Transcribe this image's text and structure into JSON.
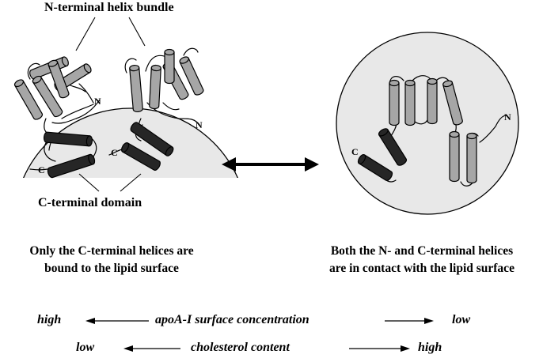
{
  "labels": {
    "n_bundle": "N-terminal helix bundle",
    "c_domain": "C-terminal domain",
    "n_left_1": "N",
    "n_left_2": "N",
    "c_left_1": "C",
    "c_left_2": "C",
    "n_right": "N",
    "c_right": "C"
  },
  "captions": {
    "left_line1": "Only the C-terminal helices are",
    "left_line2": "bound to the lipid surface",
    "right_line1": "Both the N- and C-terminal helices",
    "right_line2": "are in contact with the lipid surface"
  },
  "gradients": [
    {
      "left": "high",
      "center": "apoA-I surface concentration",
      "right": "low"
    },
    {
      "left": "low",
      "center": "cholesterol content",
      "right": "high"
    }
  ],
  "colors": {
    "lipid": "#e8e8e8",
    "n_helix": "#a6a6a6",
    "c_helix": "#262626",
    "line": "#000000"
  }
}
